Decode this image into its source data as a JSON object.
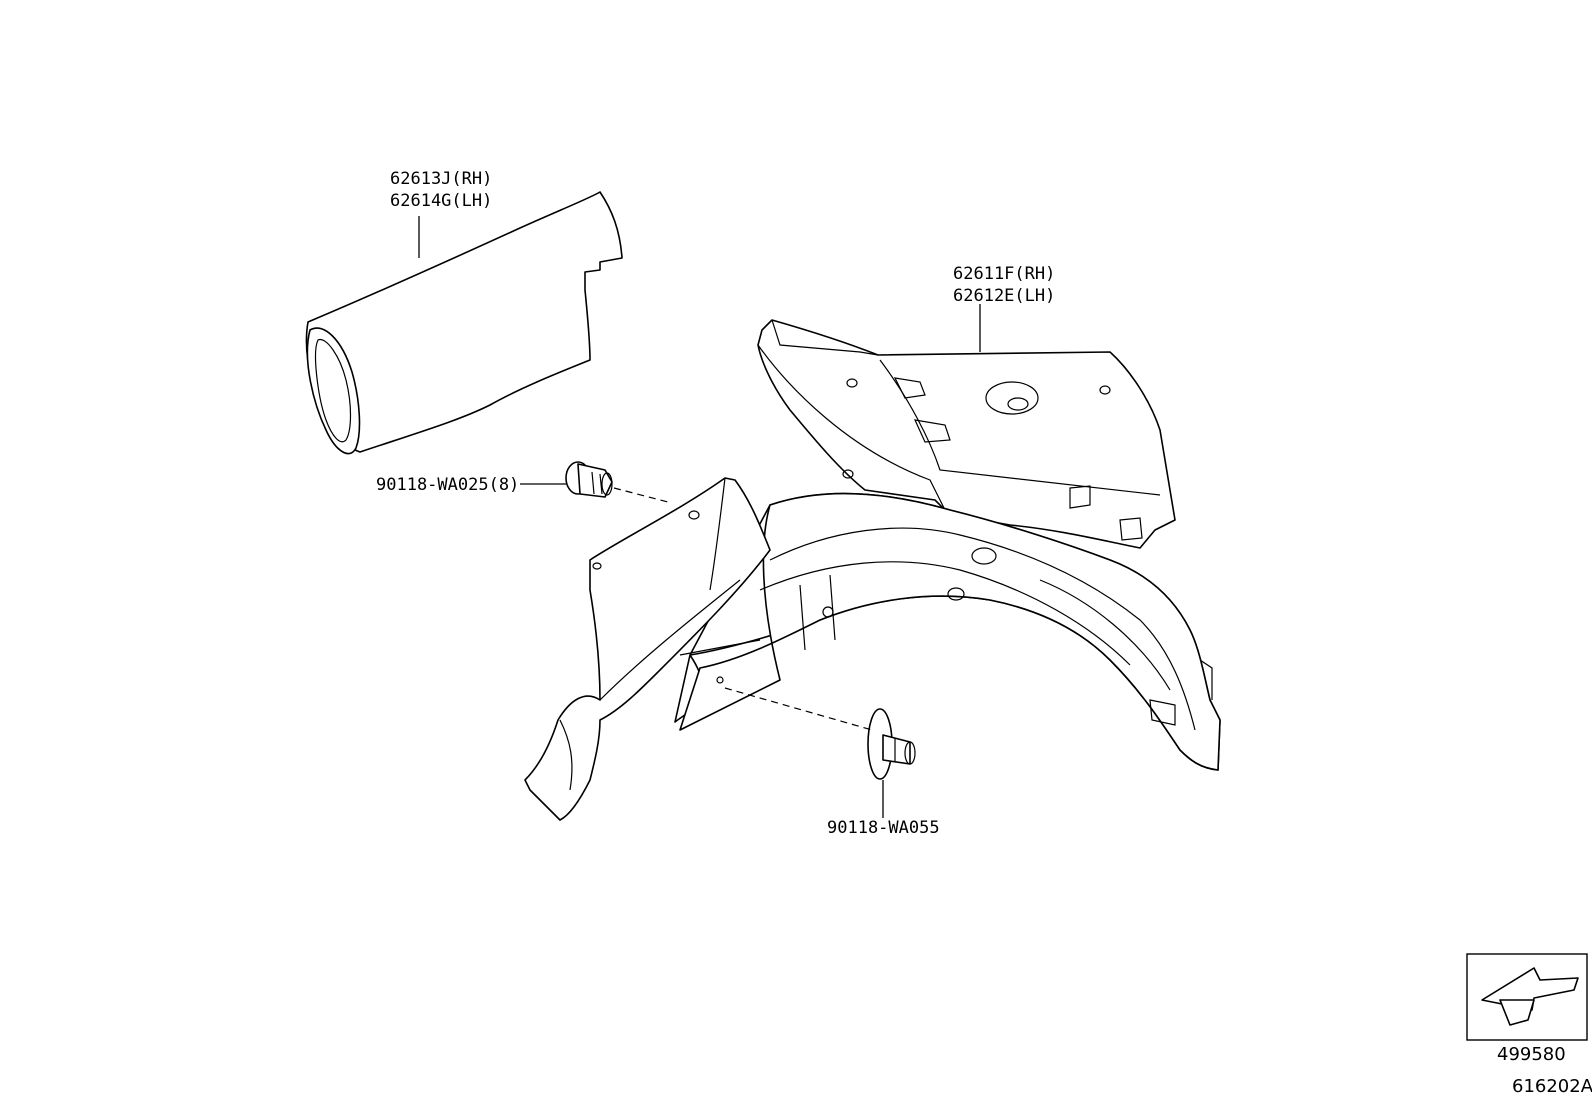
{
  "parts": {
    "upper_cover": {
      "label_rh": "62613J(RH)",
      "label_lh": "62614G(LH)"
    },
    "upper_panel": {
      "label_rh": "62611F(RH)",
      "label_lh": "62612E(LH)"
    },
    "clip_upper": {
      "label": "90118-WA025(8)"
    },
    "clip_lower": {
      "label": "90118-WA055"
    }
  },
  "reference": {
    "view_code": "499580",
    "diagram_code": "616202A"
  },
  "icons": {
    "direction_arrow": "front-direction-arrow-icon"
  },
  "colors": {
    "line": "#000000",
    "background": "#ffffff"
  }
}
